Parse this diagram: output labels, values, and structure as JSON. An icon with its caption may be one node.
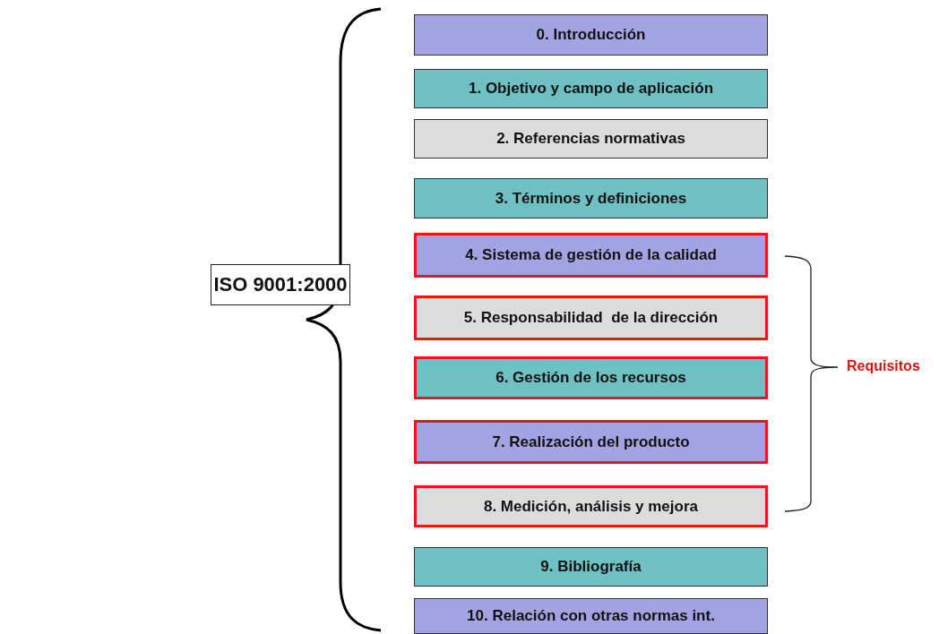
{
  "diagram": {
    "nodes": [
      {
        "text": [
          "ISO 9001:2000"
        ]
      },
      {
        "text": [
          "0. Introducción"
        ]
      },
      {
        "text": [
          "1. Objetivo y campo de aplicación"
        ]
      },
      {
        "text": [
          "2. Referencias normativas"
        ]
      },
      {
        "text": [
          "3. Términos y definiciones"
        ]
      },
      {
        "text": [
          "4. Sistema de gestión de la calidad"
        ]
      },
      {
        "text": [
          "5. Responsabilidad  de la dirección"
        ]
      },
      {
        "text": [
          "6. Gestión de los recursos"
        ]
      },
      {
        "text": [
          "7. Realización del producto"
        ]
      },
      {
        "text": [
          "8. Medición, análisis y mejora"
        ]
      },
      {
        "text": [
          "9. Bibliografía"
        ]
      },
      {
        "text": [
          "10. Relación con otras normas int."
        ]
      }
    ],
    "labels": [
      "Requisitos"
    ]
  }
}
